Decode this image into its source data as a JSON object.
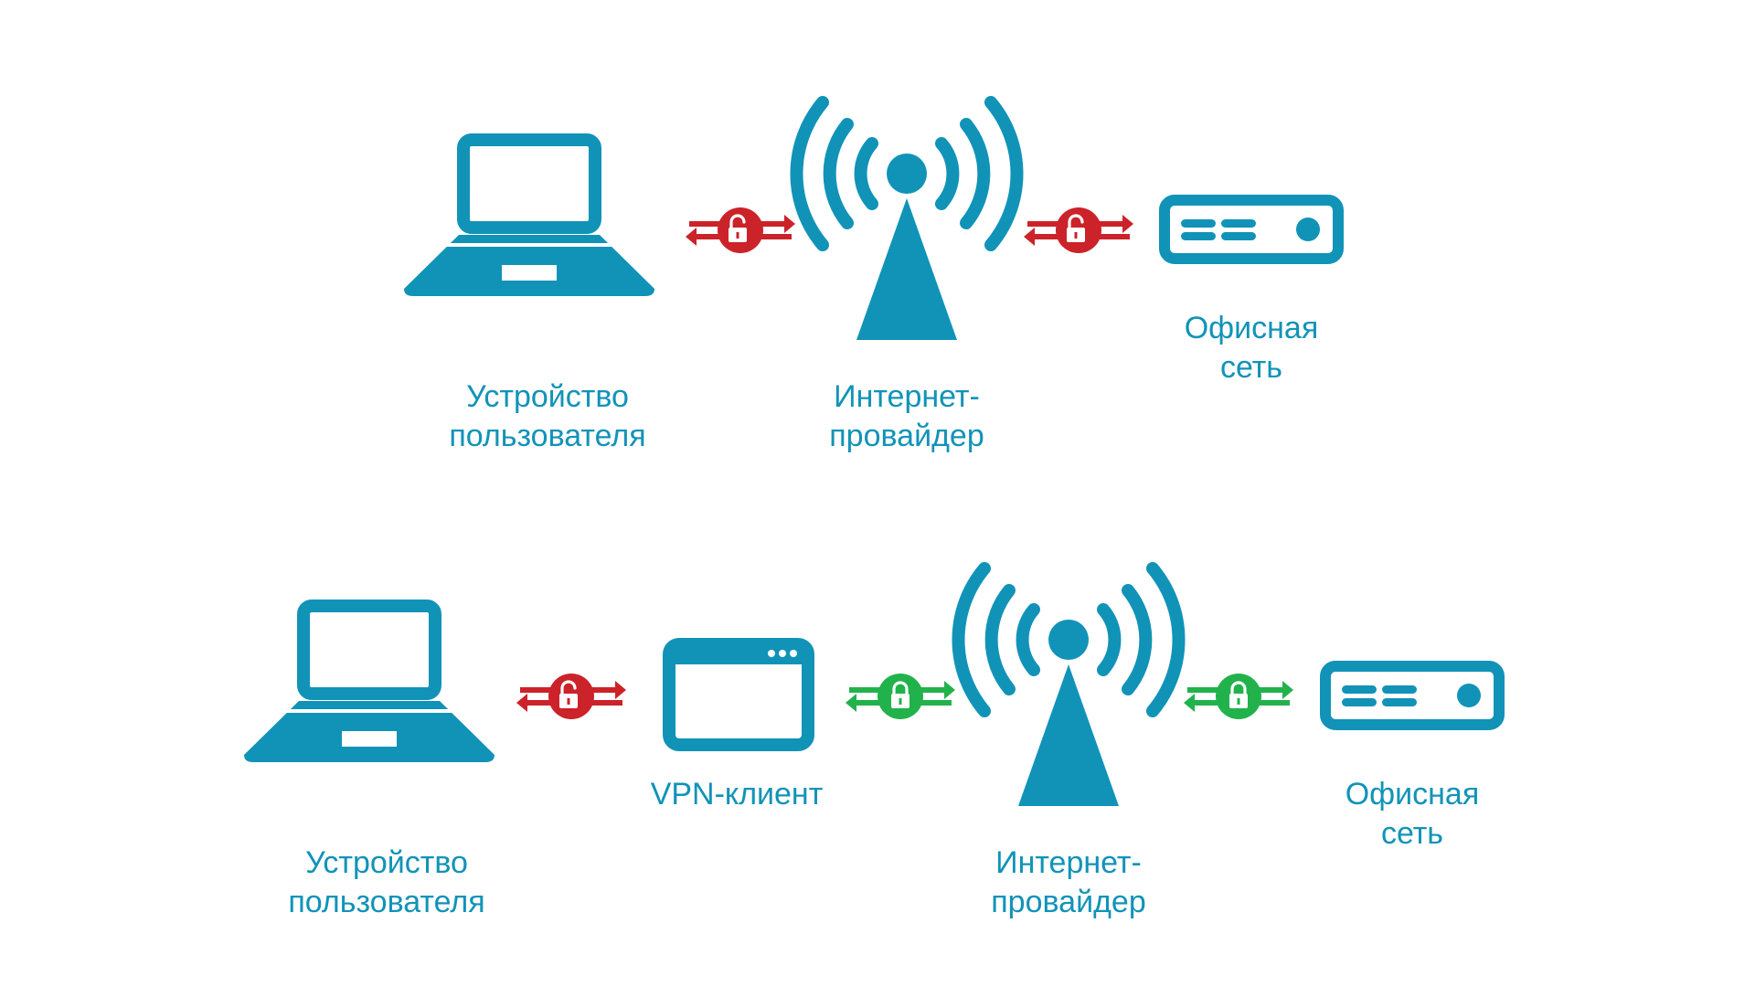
{
  "colors": {
    "icon": "#1193b8",
    "unsecured": "#cc2229",
    "secured": "#22b24c"
  },
  "labels": {
    "user_device": [
      "Устройство",
      "пользователя"
    ],
    "provider": [
      "Интернет-",
      "провайдер"
    ],
    "office": [
      "Офисная",
      "сеть"
    ],
    "vpn_client": [
      "VPN-клиент"
    ]
  },
  "icons": {
    "laptop": "laptop-icon",
    "antenna": "antenna-icon",
    "server": "server-icon",
    "vpn": "vpn-client-window-icon",
    "link_unsecured": "unlocked-padlock-icon",
    "link_secured": "locked-padlock-icon"
  },
  "diagrams": [
    {
      "nodes": [
        "user_device",
        "provider",
        "office"
      ],
      "links": [
        {
          "from": "user_device",
          "to": "provider",
          "state": "unsecured"
        },
        {
          "from": "provider",
          "to": "office",
          "state": "unsecured"
        }
      ]
    },
    {
      "nodes": [
        "user_device",
        "vpn_client",
        "provider",
        "office"
      ],
      "links": [
        {
          "from": "user_device",
          "to": "vpn_client",
          "state": "unsecured"
        },
        {
          "from": "vpn_client",
          "to": "provider",
          "state": "secured"
        },
        {
          "from": "provider",
          "to": "office",
          "state": "secured"
        }
      ]
    }
  ]
}
